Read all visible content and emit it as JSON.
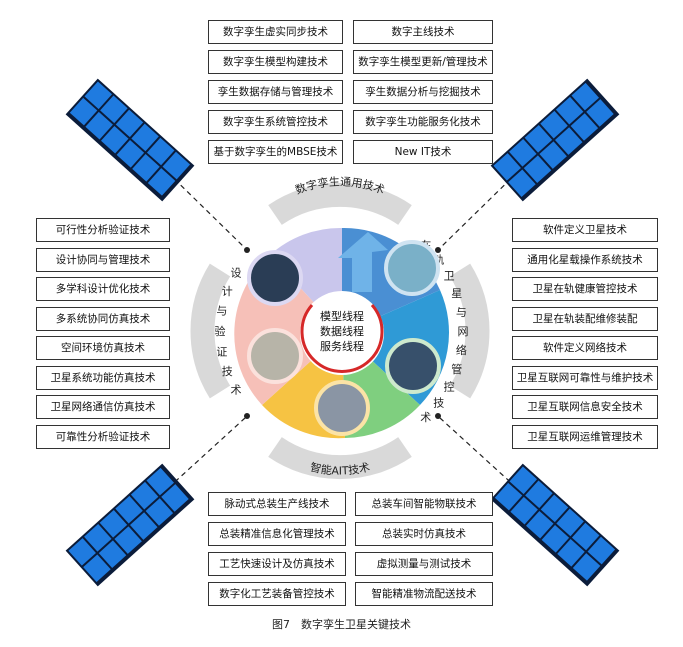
{
  "caption": "图7　数字孪生卫星关键技术",
  "center_lines": [
    "模型线程",
    "数据线程",
    "服务线程"
  ],
  "ring_labels": {
    "top": "数字孪生通用技术",
    "right": [
      "在",
      "轨",
      "卫",
      "星",
      "与",
      "网",
      "络",
      "管",
      "控",
      "技",
      "术"
    ],
    "bottom": "智能AIT技术",
    "left": [
      "设",
      "计",
      "与",
      "验",
      "证",
      "技",
      "术"
    ]
  },
  "top_left": [
    "数字孪生虚实同步技术",
    "数字孪生模型构建技术",
    "孪生数据存储与管理技术",
    "数字孪生系统管控技术",
    "基于数字孪生的MBSE技术"
  ],
  "top_right": [
    "数字主线技术",
    "数字孪生模型更新/管理技术",
    "孪生数据分析与挖掘技术",
    "数字孪生功能服务化技术",
    "New IT技术"
  ],
  "left": [
    "可行性分析验证技术",
    "设计协同与管理技术",
    "多学科设计优化技术",
    "多系统协同仿真技术",
    "空间环境仿真技术",
    "卫星系统功能仿真技术",
    "卫星网络通信仿真技术",
    "可靠性分析验证技术"
  ],
  "right": [
    "软件定义卫星技术",
    "通用化星载操作系统技术",
    "卫星在轨健康管控技术",
    "卫星在轨装配维修装配",
    "软件定义网络技术",
    "卫星互联网可靠性与维护技术",
    "卫星互联网信息安全技术",
    "卫星互联网运维管理技术"
  ],
  "bottom_left": [
    "脉动式总装生产线技术",
    "总装精准信息化管理技术",
    "工艺快速设计及仿真技术",
    "数字化工艺装备管控技术"
  ],
  "bottom_right": [
    "总装车间智能物联技术",
    "总装实时仿真技术",
    "虚拟测量与测试技术",
    "智能精准物流配送技术"
  ]
}
